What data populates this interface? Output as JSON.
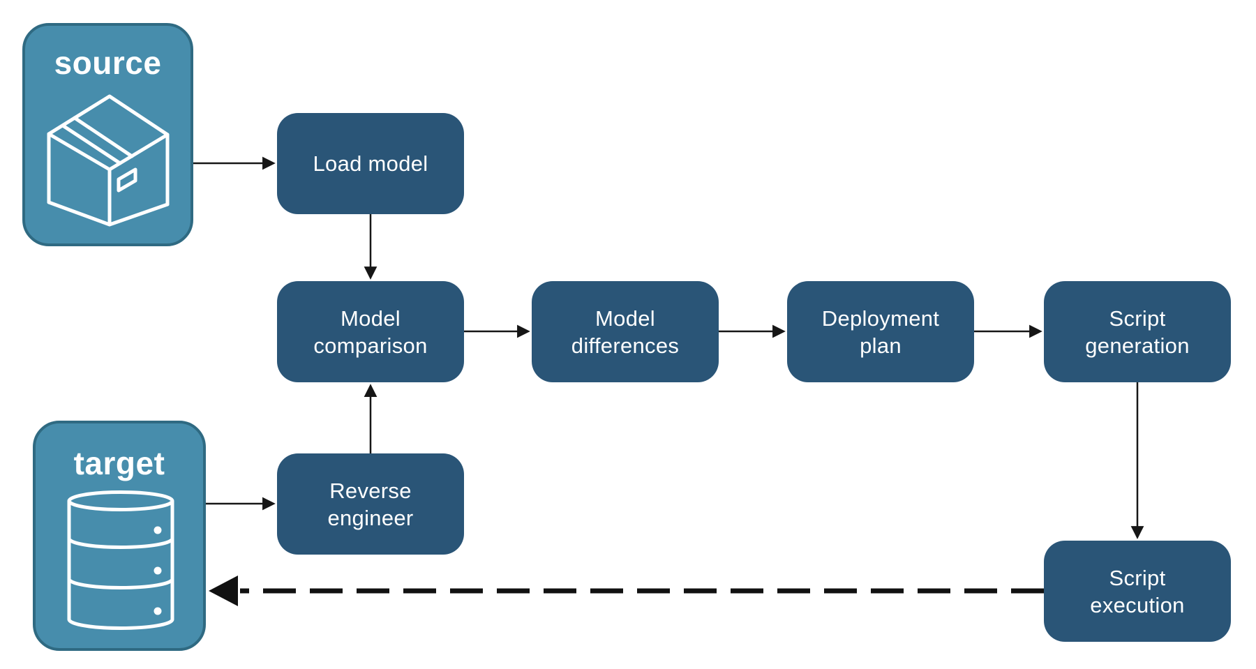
{
  "diagram": {
    "colors": {
      "node_fill": "#2A5577",
      "node_text": "#FFFFFF",
      "endpoint_fill": "#478DAC",
      "endpoint_border": "#2F6A82",
      "endpoint_text": "#FFFFFF",
      "arrow": "#161616"
    },
    "endpoints": {
      "source": {
        "label": "source",
        "icon": "package-icon"
      },
      "target": {
        "label": "target",
        "icon": "database-icon"
      }
    },
    "nodes": {
      "load_model": {
        "lines": [
          "Load model"
        ]
      },
      "model_comparison": {
        "lines": [
          "Model",
          "comparison"
        ]
      },
      "model_differences": {
        "lines": [
          "Model",
          "differences"
        ]
      },
      "deployment_plan": {
        "lines": [
          "Deployment",
          "plan"
        ]
      },
      "script_generation": {
        "lines": [
          "Script",
          "generation"
        ]
      },
      "script_execution": {
        "lines": [
          "Script",
          "execution"
        ]
      },
      "reverse_engineer": {
        "lines": [
          "Reverse",
          "engineer"
        ]
      }
    },
    "edges": [
      {
        "from": "source",
        "to": "load_model",
        "style": "solid"
      },
      {
        "from": "load_model",
        "to": "model_comparison",
        "style": "solid"
      },
      {
        "from": "target",
        "to": "reverse_engineer",
        "style": "solid"
      },
      {
        "from": "reverse_engineer",
        "to": "model_comparison",
        "style": "solid"
      },
      {
        "from": "model_comparison",
        "to": "model_differences",
        "style": "solid"
      },
      {
        "from": "model_differences",
        "to": "deployment_plan",
        "style": "solid"
      },
      {
        "from": "deployment_plan",
        "to": "script_generation",
        "style": "solid"
      },
      {
        "from": "script_generation",
        "to": "script_execution",
        "style": "solid"
      },
      {
        "from": "script_execution",
        "to": "target",
        "style": "dashed"
      }
    ]
  }
}
